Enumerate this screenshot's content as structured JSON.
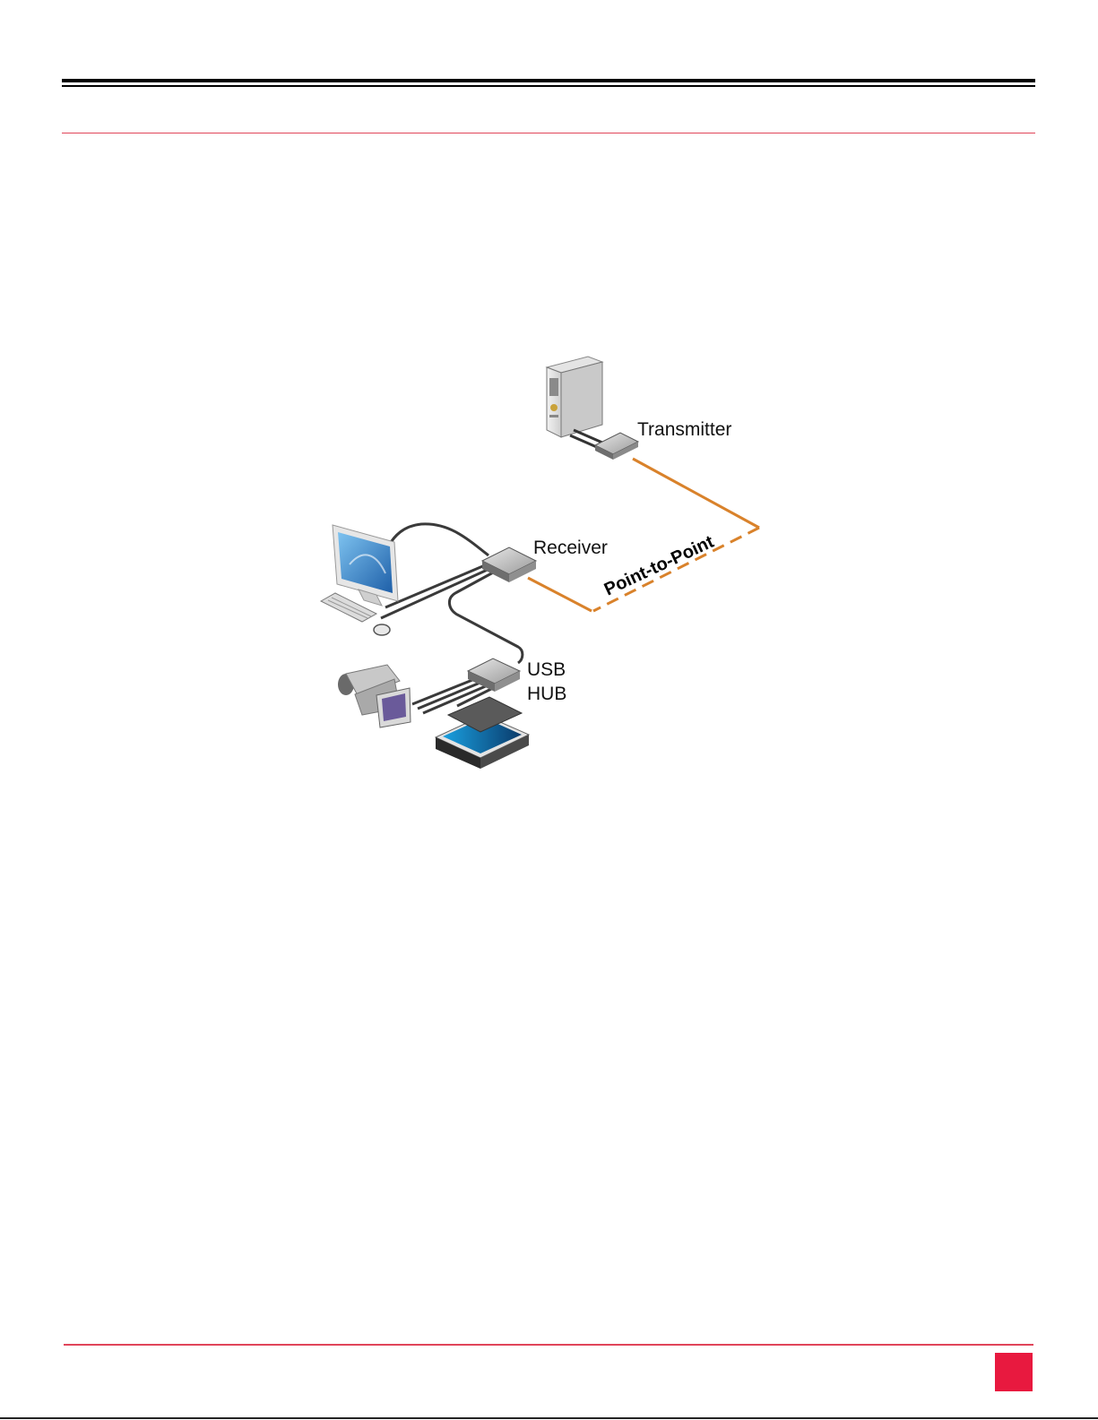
{
  "diagram": {
    "labels": {
      "transmitter": "Transmitter",
      "receiver": "Receiver",
      "usb_hub_line1": "USB",
      "usb_hub_line2": "HUB",
      "link": "Point-to-Point"
    }
  },
  "colors": {
    "accent_red": "#e8193f",
    "rule_red": "#e0455a",
    "fiber_orange": "#d9822b",
    "cable_dark": "#3a3a3a"
  },
  "icons": [
    "tower-computer-icon",
    "transmitter-box-icon",
    "receiver-box-icon",
    "monitor-icon",
    "keyboard-icon",
    "mouse-icon",
    "usb-hub-icon",
    "camcorder-icon",
    "scanner-icon"
  ]
}
